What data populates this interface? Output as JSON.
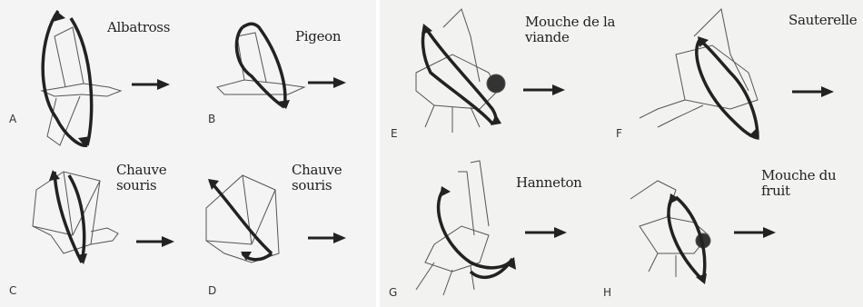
{
  "figures": [
    {
      "id": "A",
      "letter": "A",
      "name": "Albatross",
      "icon": "albatross-wing-path"
    },
    {
      "id": "B",
      "letter": "B",
      "name": "Pigeon",
      "icon": "pigeon-wing-path"
    },
    {
      "id": "C",
      "letter": "C",
      "name": "Chauve souris",
      "icon": "bat-wing-path"
    },
    {
      "id": "D",
      "letter": "D",
      "name": "Chauve souris",
      "icon": "bat-wing-path"
    },
    {
      "id": "E",
      "letter": "E",
      "name": "Mouche de la viande",
      "icon": "blowfly-wing-path"
    },
    {
      "id": "F",
      "letter": "F",
      "name": "Sauterelle",
      "icon": "grasshopper-wing-path"
    },
    {
      "id": "G",
      "letter": "G",
      "name": "Hanneton",
      "icon": "cockchafer-wing-path"
    },
    {
      "id": "H",
      "letter": "H",
      "name": "Mouche du fruit",
      "icon": "fruitfly-wing-path"
    }
  ],
  "colors": {
    "ink": "#1c1c1c",
    "path": "#2a2a2a",
    "paper_left": "#f4f4f4",
    "paper_right": "#f2f2f0"
  }
}
